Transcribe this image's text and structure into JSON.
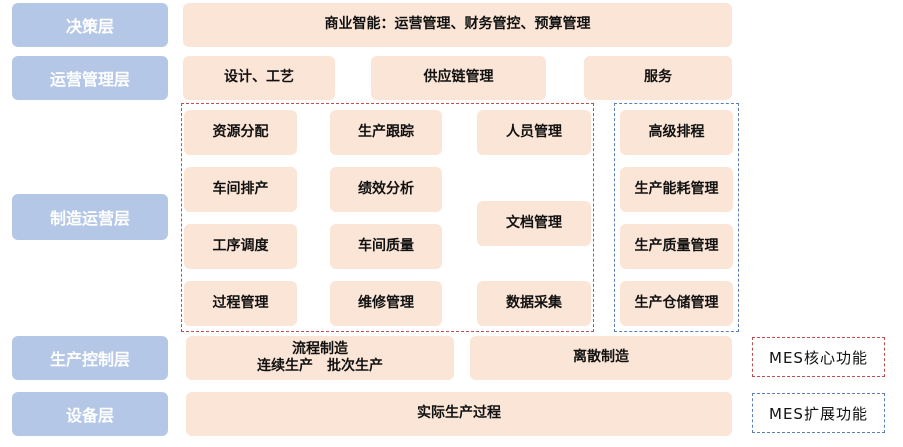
{
  "layers": {
    "decision": "决策层",
    "operations": "运营管理层",
    "manufacturing_ops": "制造运营层",
    "production_control": "生产控制层",
    "equipment": "设备层"
  },
  "decision_row": {
    "bi": "商业智能：运营管理、财务管控、预算管理"
  },
  "operations_row": {
    "design": "设计、工艺",
    "supply_chain": "供应链管理",
    "service": "服务"
  },
  "mes_core": {
    "col1": [
      "资源分配",
      "车间排产",
      "工序调度",
      "过程管理"
    ],
    "col2": [
      "生产跟踪",
      "绩效分析",
      "车间质量",
      "维修管理"
    ],
    "col3": [
      "人员管理",
      "文档管理",
      "数据采集"
    ]
  },
  "mes_ext": [
    "高级排程",
    "生产能耗管理",
    "生产质量管理",
    "生产仓储管理"
  ],
  "production_control_row": {
    "process_title": "流程制造",
    "process_sub": "连续生产　批次生产",
    "discrete": "离散制造"
  },
  "equipment_row": {
    "actual": "实际生产过程"
  },
  "legend": {
    "core": "MES核心功能",
    "ext": "MES扩展功能"
  },
  "colors": {
    "layer_bg": "#b4c7e7",
    "box_bg": "#fbe5d6",
    "core_border": "#c0504d",
    "ext_border": "#5b7fb8"
  }
}
